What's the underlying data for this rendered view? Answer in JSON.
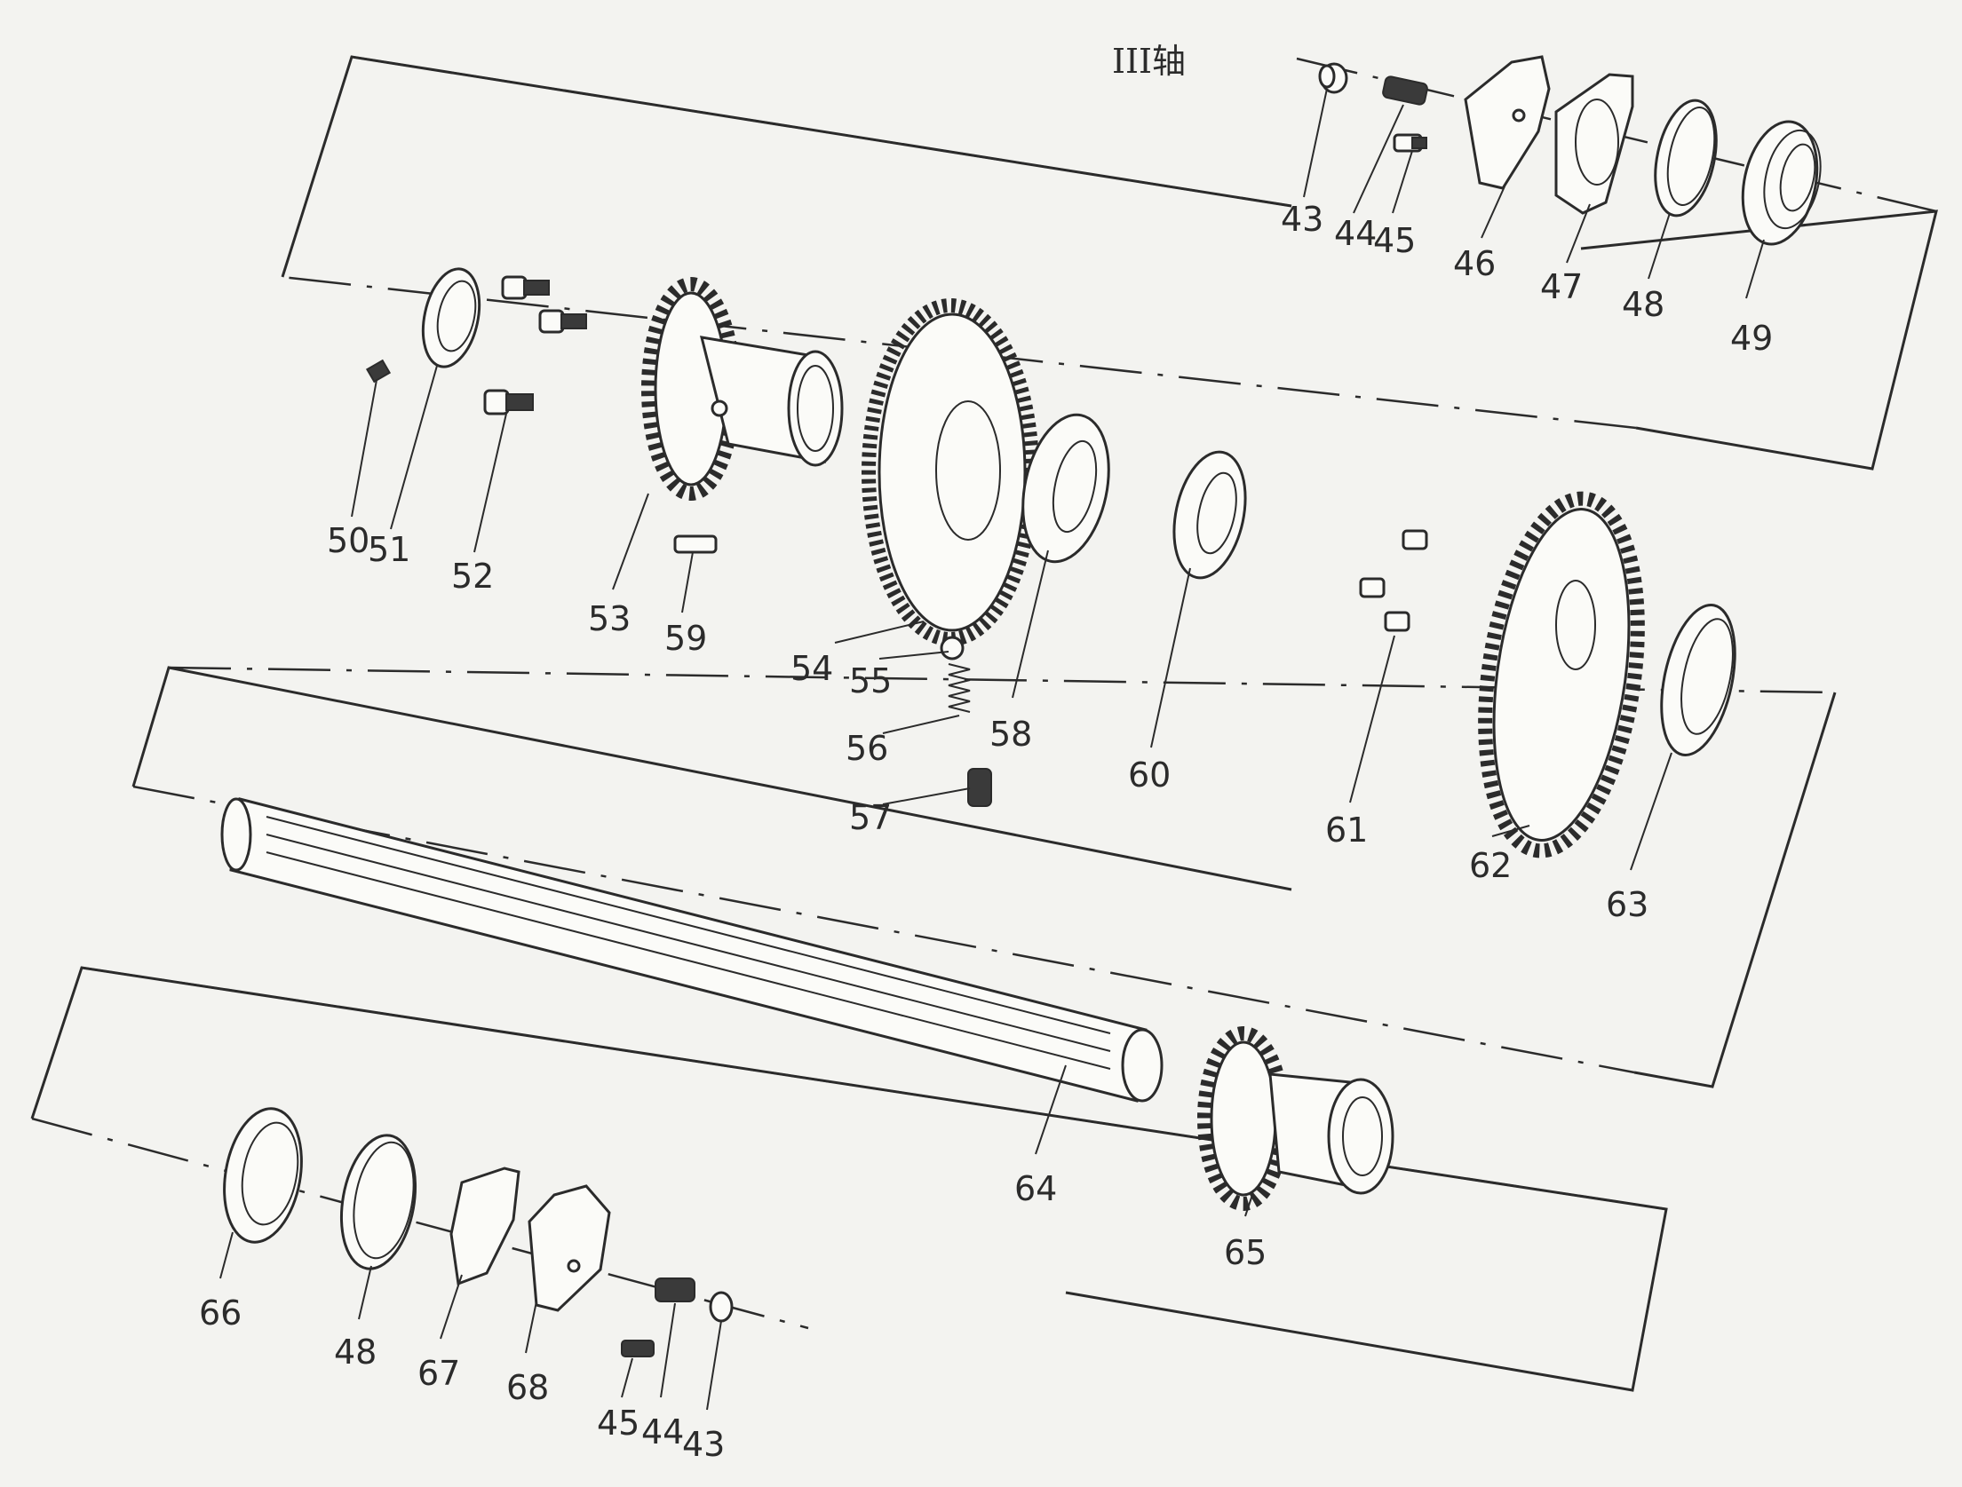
{
  "title": "III轴",
  "labels": {
    "p43a": "43",
    "p44a": "44",
    "p45a": "45",
    "p46": "46",
    "p47": "47",
    "p48a": "48",
    "p49": "49",
    "p50": "50",
    "p51": "51",
    "p52": "52",
    "p53": "53",
    "p54": "54",
    "p55": "55",
    "p56": "56",
    "p57": "57",
    "p58": "58",
    "p59": "59",
    "p60": "60",
    "p61": "61",
    "p62": "62",
    "p63": "63",
    "p64": "64",
    "p65": "65",
    "p66": "66",
    "p48b": "48",
    "p67": "67",
    "p68": "68",
    "p45b": "45",
    "p44b": "44",
    "p43b": "43"
  }
}
